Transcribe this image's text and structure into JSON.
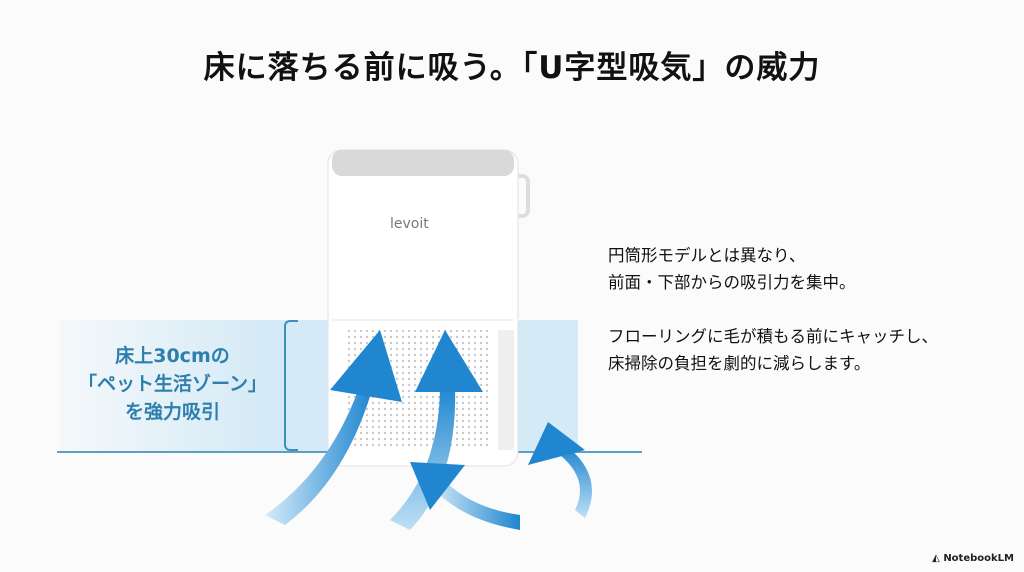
{
  "slide": {
    "title": "床に落ちる前に吸う。「U字型吸気」の威力",
    "zone_label": [
      "床上30cmの",
      "「ペット生活ゾーン」",
      "を強力吸引"
    ],
    "description": [
      [
        "円筒形モデルとは異なり、",
        "前面・下部からの吸引力を集中。"
      ],
      [
        "フローリングに毛が積もる前にキャッチし、",
        "床掃除の負担を劇的に減らします。"
      ]
    ],
    "product_brand": "levoit",
    "watermark": "NotebookLM",
    "colors": {
      "accent": "#2f7fae",
      "arrow": "#1f86cf",
      "zone": "#d4eaf6"
    }
  }
}
